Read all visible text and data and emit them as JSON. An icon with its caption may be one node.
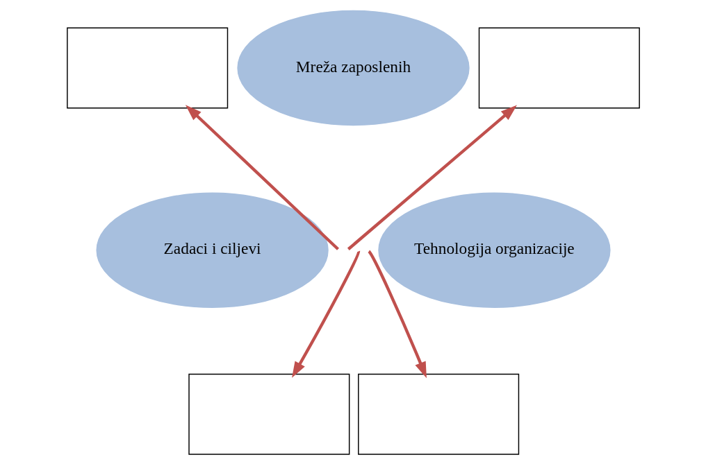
{
  "diagram": {
    "nodes": [
      {
        "text": [],
        "shape": "box"
      },
      {
        "text": [
          "Mreža zaposlenih"
        ]
      },
      {
        "text": [],
        "shape": "box"
      },
      {
        "text": [
          "Zadaci i ciljevi"
        ]
      },
      {
        "text": [
          "Tehnologija organizacije"
        ]
      },
      {
        "text": [],
        "shape": "box"
      },
      {
        "text": [],
        "shape": "box"
      }
    ],
    "edges": [
      {
        "from": null,
        "to": 0,
        "arrow": "to"
      },
      {
        "from": null,
        "to": 2,
        "arrow": "to"
      },
      {
        "from": null,
        "to": 5,
        "arrow": "to"
      },
      {
        "from": null,
        "to": 6,
        "arrow": "to"
      }
    ]
  }
}
